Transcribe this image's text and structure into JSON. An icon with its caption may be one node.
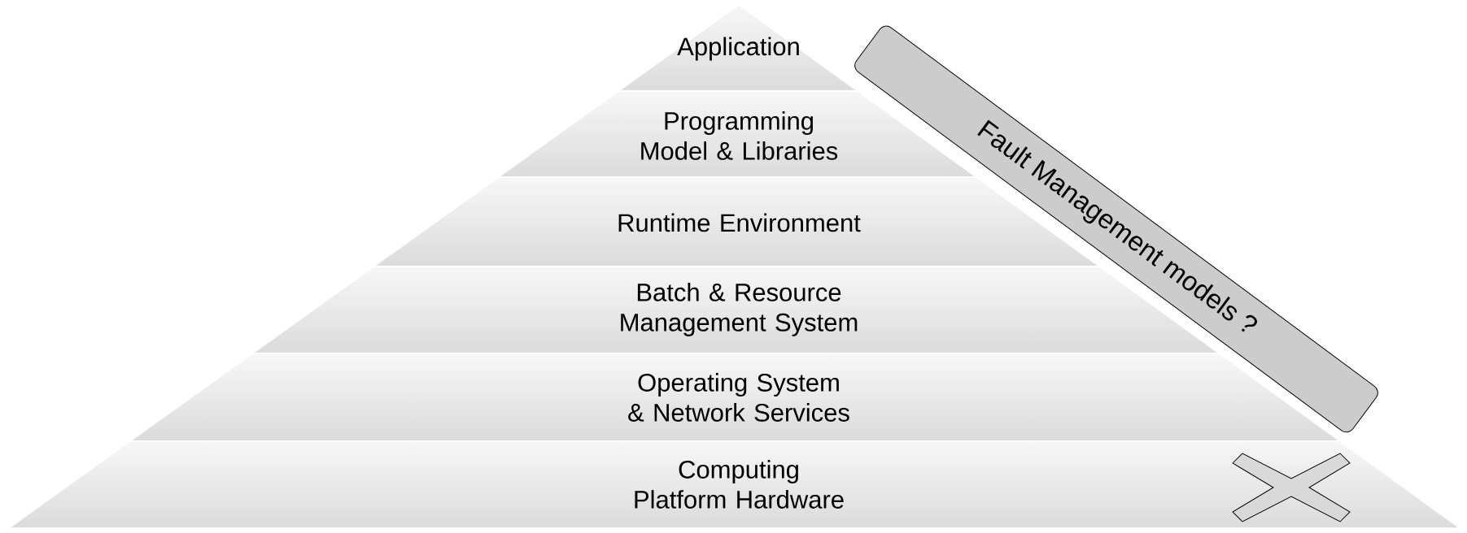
{
  "diagram": {
    "nodes": [
      {
        "text": [
          "Application"
        ]
      },
      {
        "text": [
          "Programming Model & Libraries"
        ]
      },
      {
        "text": [
          "Runtime Environment"
        ]
      },
      {
        "text": [
          "Batch & Resource Management System"
        ]
      },
      {
        "text": [
          "Operating System & Network Services"
        ]
      },
      {
        "text": [
          "Computing Platform Hardware"
        ]
      },
      {
        "text": [
          "Fault Management models ?"
        ]
      }
    ]
  }
}
